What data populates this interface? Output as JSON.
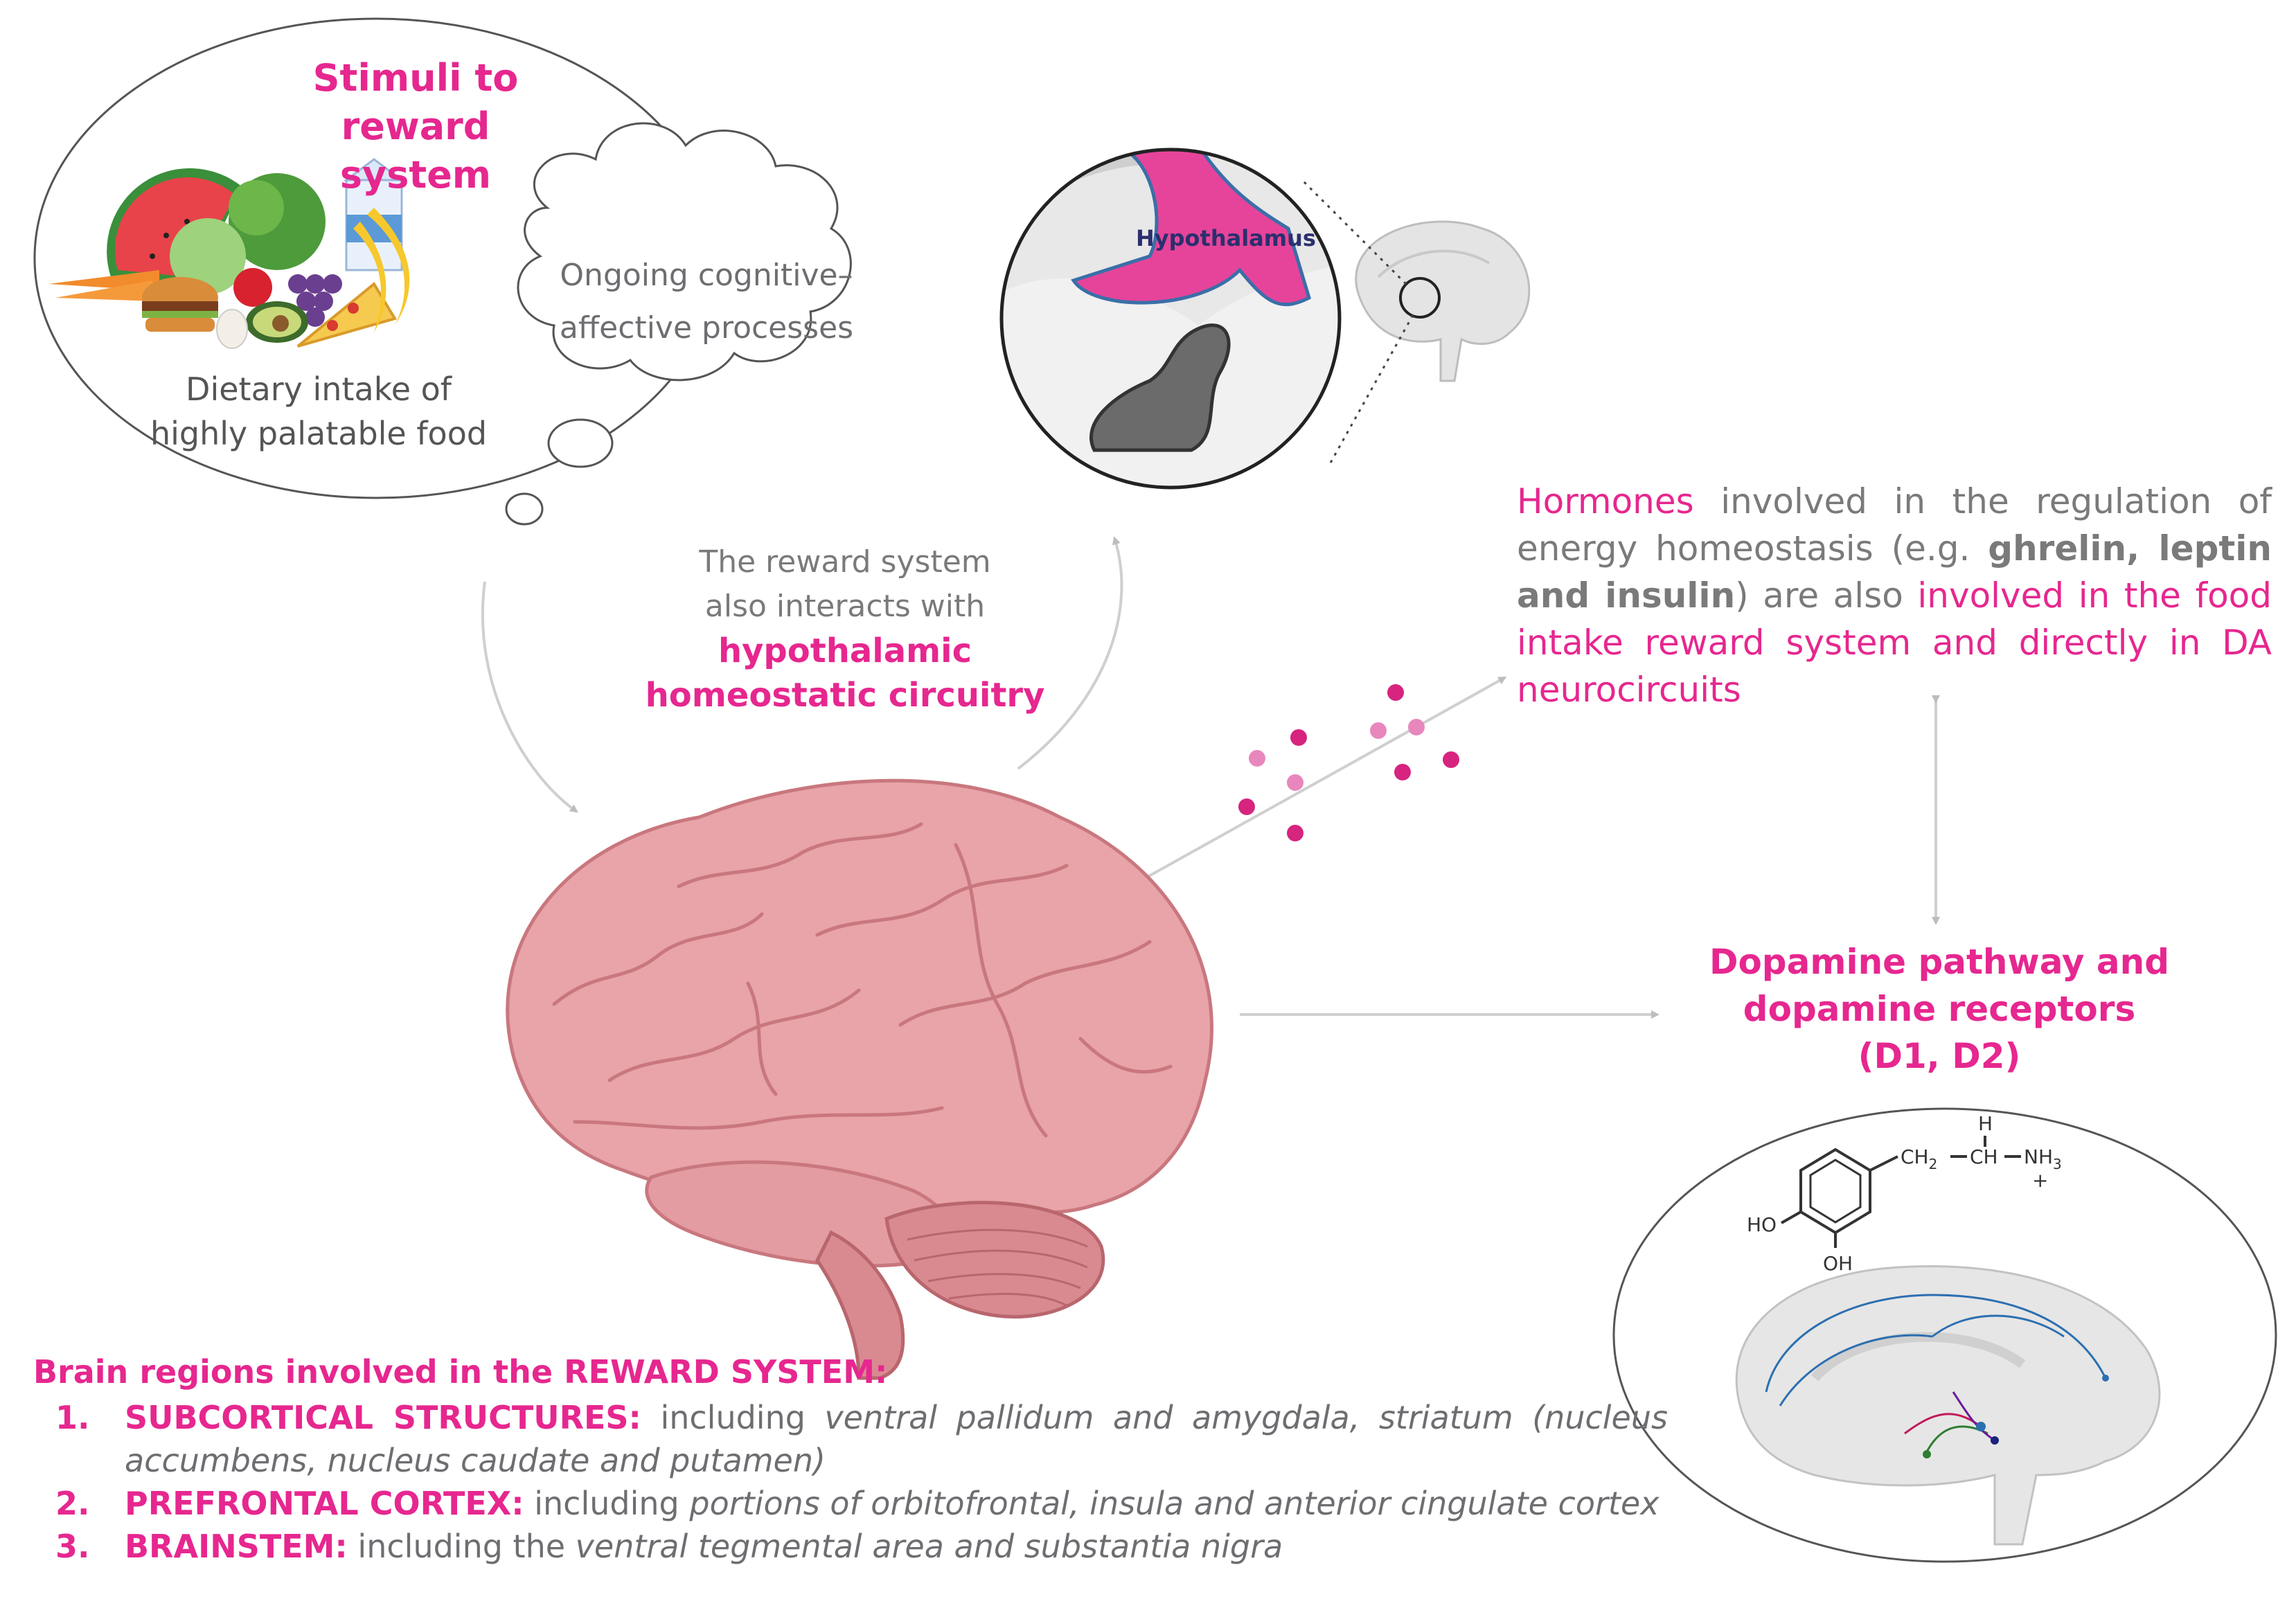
{
  "stimuli": {
    "title_line1": "Stimuli to",
    "title_line2": "reward system",
    "cloud_line1": "Ongoing cognitive–",
    "cloud_line2": "affective processes",
    "diet_line1": "Dietary intake of",
    "diet_line2": "highly palatable food"
  },
  "hypothalamus": {
    "label": "Hypothalamus"
  },
  "reward_interaction": {
    "line1": "The reward system",
    "line2": "also interacts with",
    "hl_line1": "hypothalamic",
    "hl_line2": "homeostatic circuitry"
  },
  "hormones": {
    "t1": "Hormones",
    "t2": " involved in the regulation of energy homeostasis (e.g. ",
    "t3": "ghrelin, leptin and insulin",
    "t4": ") are also ",
    "t5": "involved in the food intake reward system and directly in DA neurocircuits"
  },
  "dopamine": {
    "title_line1": "Dopamine pathway and",
    "title_line2": "dopamine receptors",
    "title_line3": "(D1, D2)",
    "chem": {
      "h": "H",
      "ch2": "CH",
      "ch2_sub": "2",
      "ch": "CH",
      "nh3": "NH",
      "nh3_sub": "3",
      "plus": "+",
      "ho": "HO",
      "oh": "OH"
    }
  },
  "regions": {
    "heading": "Brain regions involved in the REWARD SYSTEM:",
    "items": [
      {
        "num": "1.",
        "key": "SUBCORTICAL STRUCTURES:",
        "plain": " including ",
        "italic": "ventral pallidum and amygdala, striatum (nucleus accumbens, nucleus caudate and putamen)"
      },
      {
        "num": "2.",
        "key": "PREFRONTAL CORTEX:",
        "plain": " including ",
        "italic": "portions of orbitofrontal, insula and anterior cingulate cortex"
      },
      {
        "num": "3.",
        "key": "BRAINSTEM:",
        "plain": " including the ",
        "italic": "ventral tegmental area and substantia nigra"
      }
    ]
  },
  "colors": {
    "accent_pink": "#e6278f",
    "text_grey": "#7a7a7a",
    "brain_pink": "#e8a4a8",
    "hypothalamus_fill": "#e6449a"
  }
}
